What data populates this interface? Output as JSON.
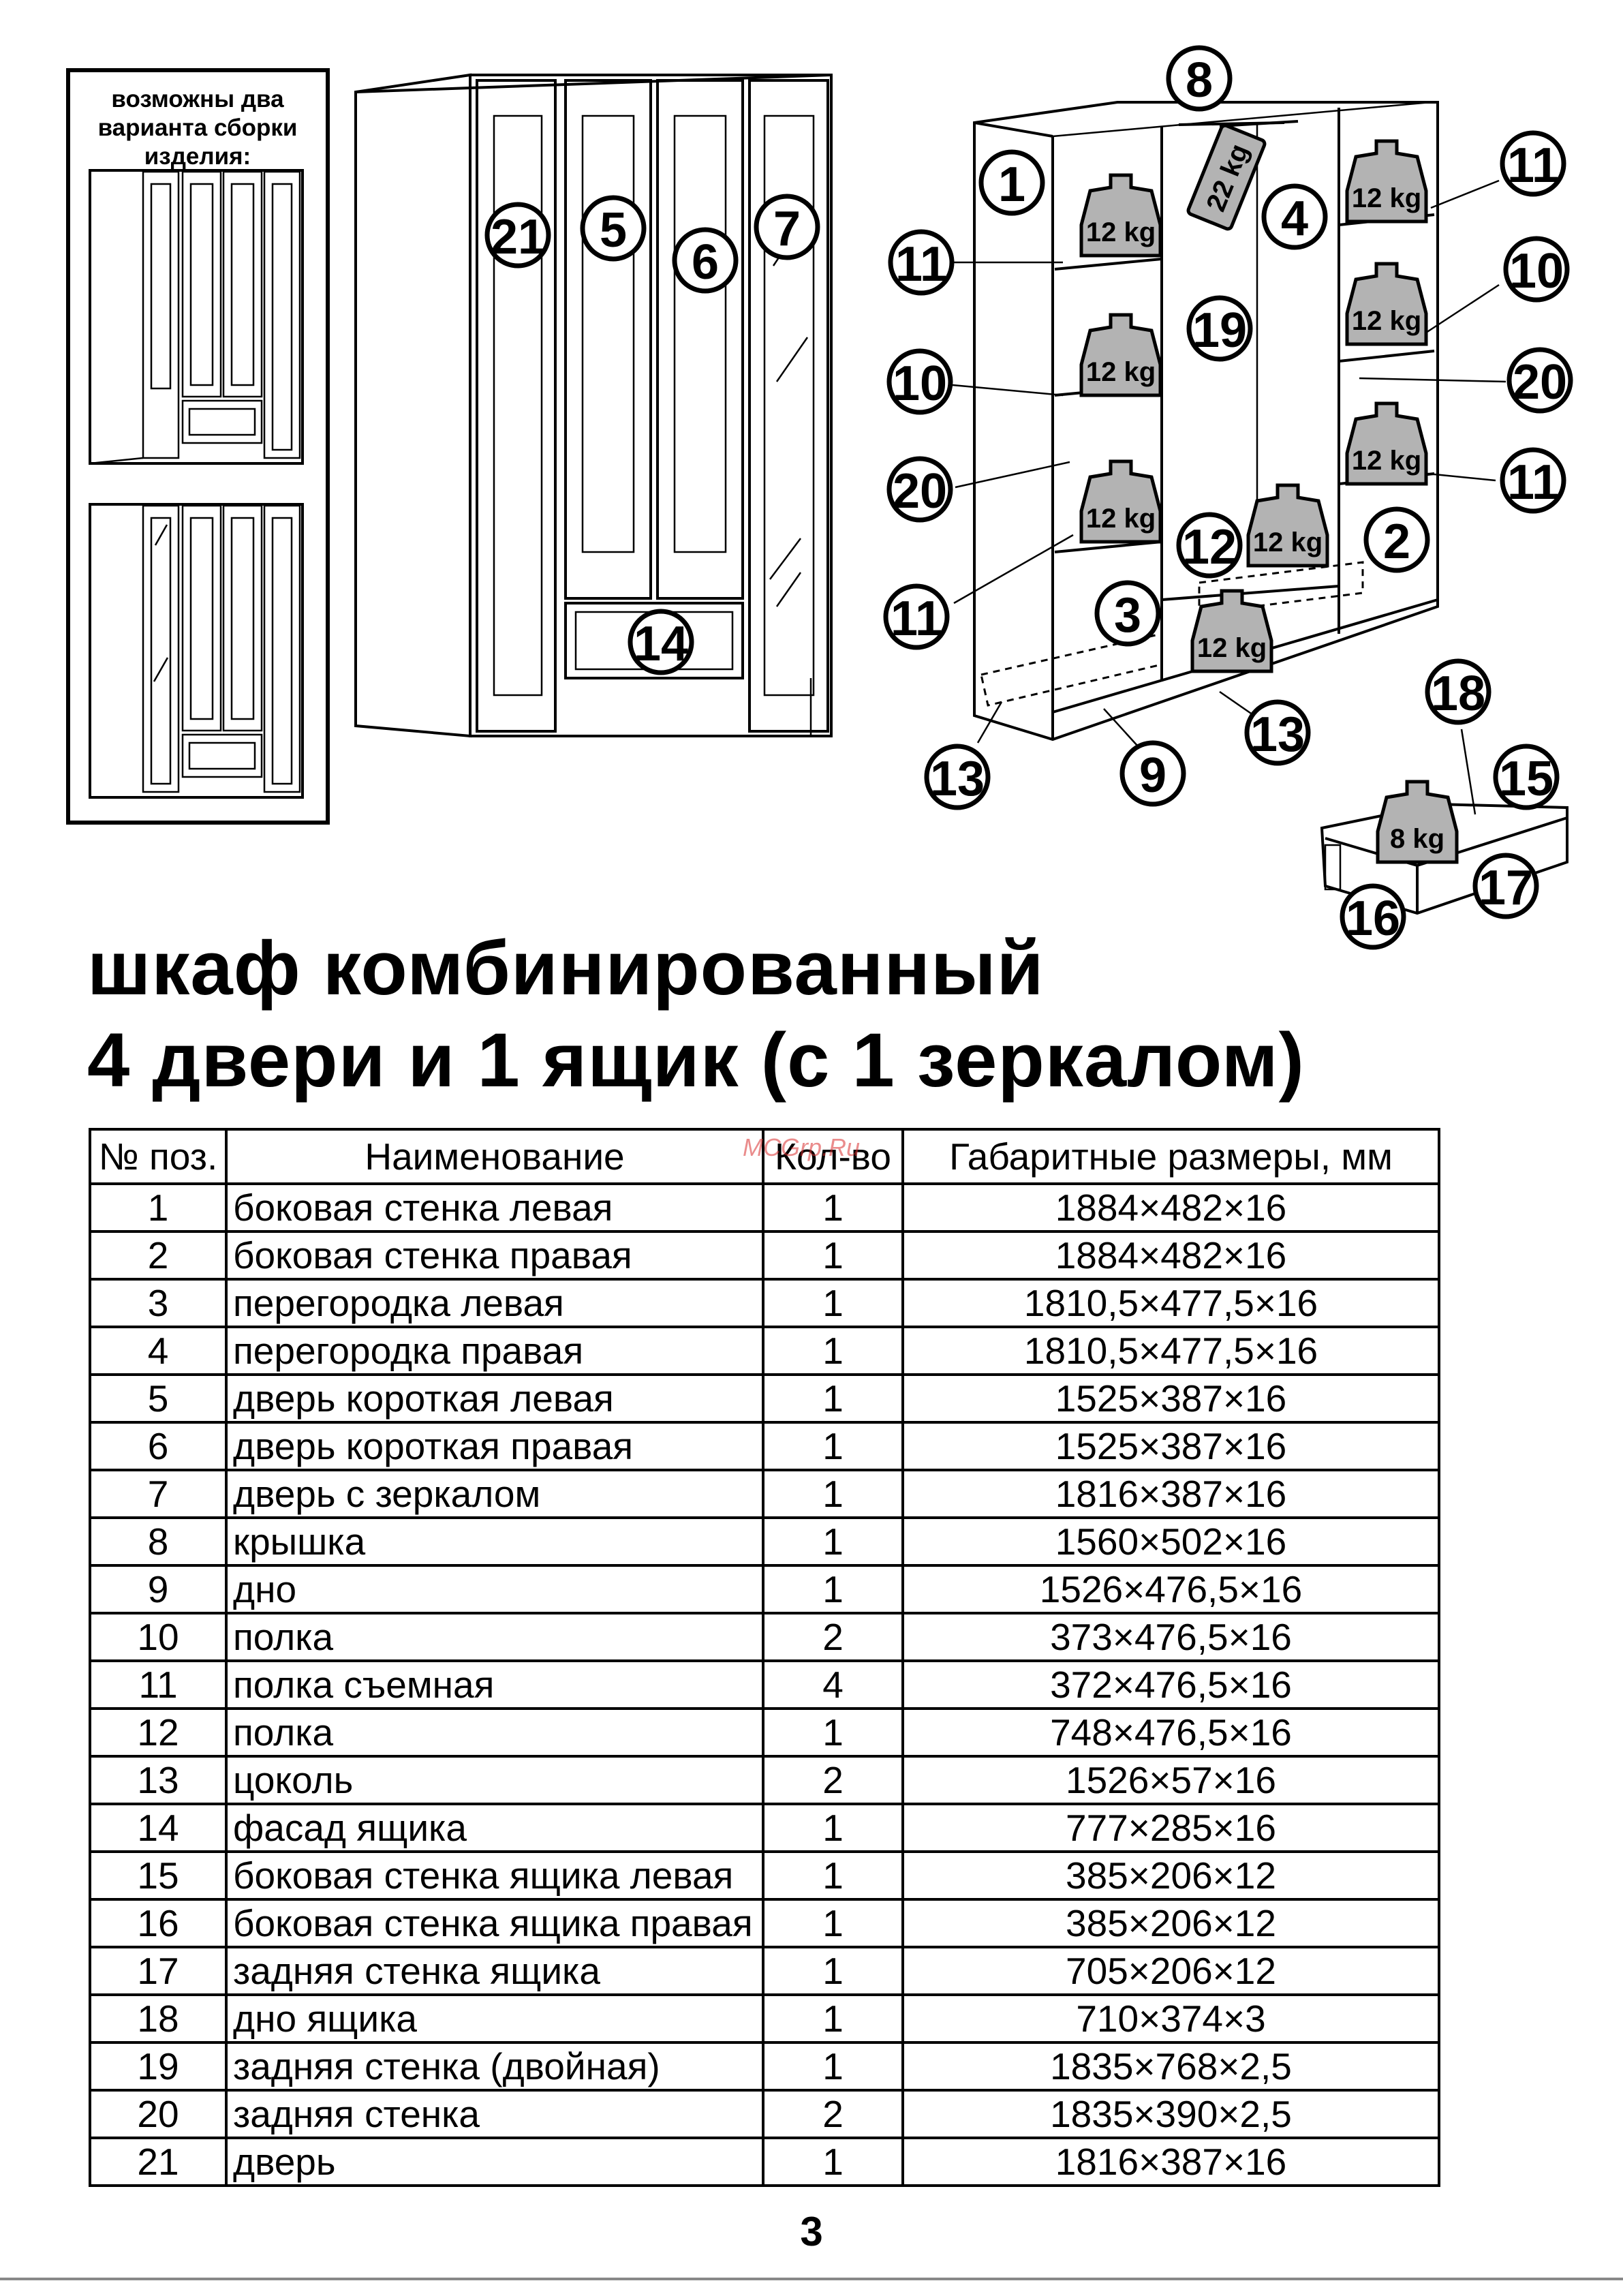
{
  "assembly_note": "возможны два варианта сборки изделия:",
  "title": {
    "line1": "шкаф комбинированный",
    "line2": "4 двери и 1 ящик (с 1 зеркалом)"
  },
  "weights": {
    "shelf": "12 kg",
    "rod": "22 kg",
    "drawer": "8 kg"
  },
  "callouts": {
    "front_view": [
      "21",
      "5",
      "6",
      "7",
      "14"
    ],
    "carcass": [
      "8",
      "1",
      "4",
      "11",
      "10",
      "19",
      "20",
      "12",
      "2",
      "3",
      "13",
      "9"
    ],
    "drawer": [
      "18",
      "15",
      "16",
      "17"
    ]
  },
  "watermark": "MCGrp.Ru",
  "table": {
    "headers": [
      "№ поз.",
      "Наименование",
      "Кол-во",
      "Габаритные размеры, мм"
    ],
    "rows": [
      [
        "1",
        "боковая стенка левая",
        "1",
        "1884×482×16"
      ],
      [
        "2",
        "боковая стенка правая",
        "1",
        "1884×482×16"
      ],
      [
        "3",
        "перегородка левая",
        "1",
        "1810,5×477,5×16"
      ],
      [
        "4",
        "перегородка правая",
        "1",
        "1810,5×477,5×16"
      ],
      [
        "5",
        "дверь короткая левая",
        "1",
        "1525×387×16"
      ],
      [
        "6",
        "дверь короткая правая",
        "1",
        "1525×387×16"
      ],
      [
        "7",
        "дверь с зеркалом",
        "1",
        "1816×387×16"
      ],
      [
        "8",
        "крышка",
        "1",
        "1560×502×16"
      ],
      [
        "9",
        "дно",
        "1",
        "1526×476,5×16"
      ],
      [
        "10",
        "полка",
        "2",
        "373×476,5×16"
      ],
      [
        "11",
        "полка съемная",
        "4",
        "372×476,5×16"
      ],
      [
        "12",
        "полка",
        "1",
        "748×476,5×16"
      ],
      [
        "13",
        "цоколь",
        "2",
        "1526×57×16"
      ],
      [
        "14",
        "фасад ящика",
        "1",
        "777×285×16"
      ],
      [
        "15",
        "боковая стенка ящика левая",
        "1",
        "385×206×12"
      ],
      [
        "16",
        "боковая стенка ящика правая",
        "1",
        "385×206×12"
      ],
      [
        "17",
        "задняя стенка ящика",
        "1",
        "705×206×12"
      ],
      [
        "18",
        "дно ящика",
        "1",
        "710×374×3"
      ],
      [
        "19",
        "задняя стенка (двойная)",
        "1",
        "1835×768×2,5"
      ],
      [
        "20",
        "задняя стенка",
        "2",
        "1835×390×2,5"
      ],
      [
        "21",
        "дверь",
        "1",
        "1816×387×16"
      ]
    ]
  },
  "page_number": "3"
}
